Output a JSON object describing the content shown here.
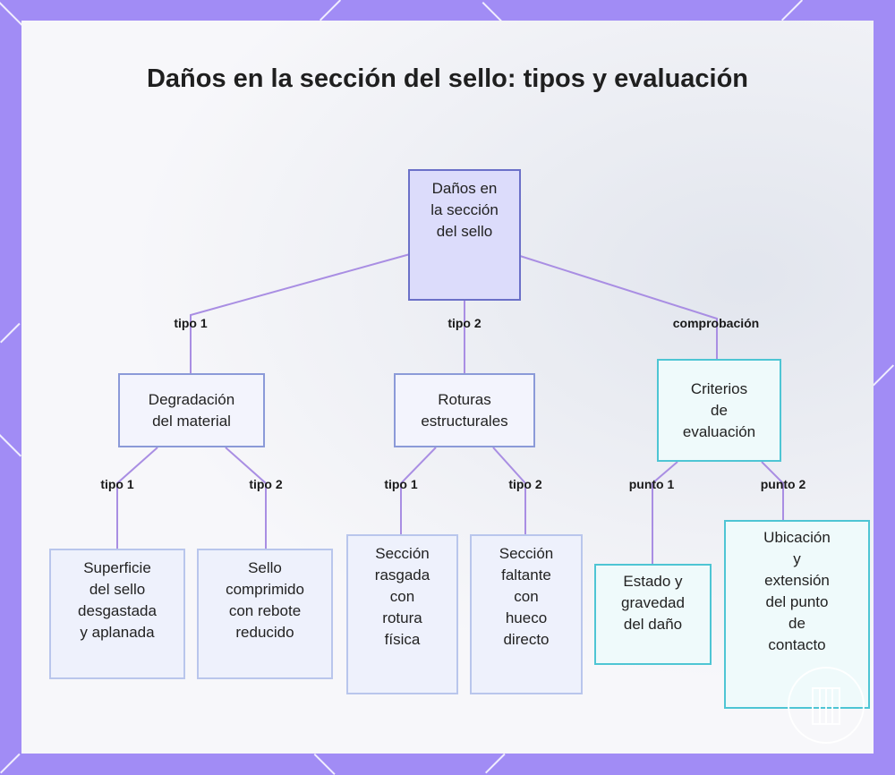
{
  "title": "Daños en la sección del sello: tipos y evaluación",
  "nodes": {
    "root": "Daños en\nla sección\ndel sello",
    "degradacion": "Degradación\ndel material",
    "roturas": "Roturas\nestructurales",
    "criterios": "Criterios\nde\nevaluación",
    "superficie": "Superficie\ndel sello\ndesgastada\ny aplanada",
    "comprimido": "Sello\ncomprimido\ncon rebote\nreducido",
    "rasgada": "Sección\nrasgada\ncon\nrotura\nfísica",
    "faltante": "Sección\nfaltante\ncon\nhueco\ndirecto",
    "estado": "Estado y\ngravedad\ndel daño",
    "ubicacion": "Ubicación\ny\nextensión\ndel punto\nde\ncontacto"
  },
  "edge_labels": {
    "root_tipo1": "tipo 1",
    "root_tipo2": "tipo 2",
    "root_comprobacion": "comprobación",
    "deg_tipo1": "tipo 1",
    "deg_tipo2": "tipo 2",
    "rot_tipo1": "tipo 1",
    "rot_tipo2": "tipo 2",
    "crit_punto1": "punto 1",
    "crit_punto2": "punto 2"
  },
  "colors": {
    "frame": "#a18cf5",
    "edge": "#a98ee3",
    "root_border": "#6b70c8",
    "eval_border": "#4ec5d4"
  }
}
